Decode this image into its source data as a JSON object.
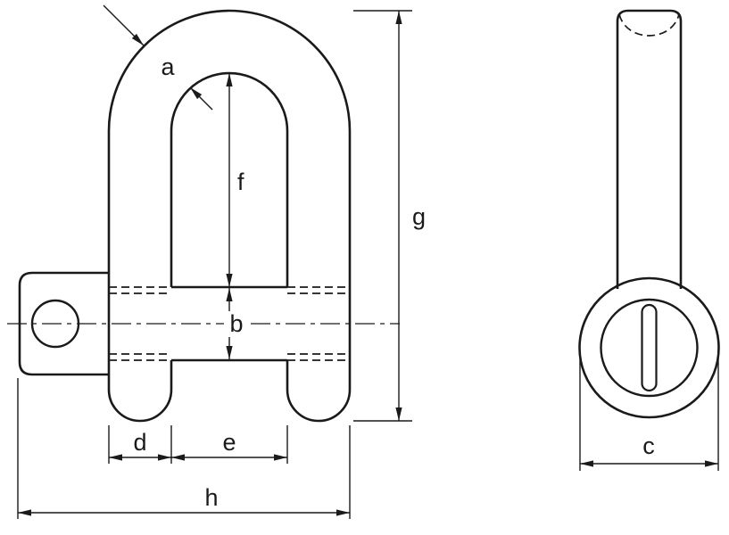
{
  "diagram": {
    "type": "technical-drawing",
    "subject": "dee-shackle-with-screw-pin",
    "colors": {
      "line": "#1a1a1a",
      "background": "#ffffff"
    },
    "labels": {
      "a": "a",
      "b": "b",
      "c": "c",
      "d": "d",
      "e": "e",
      "f": "f",
      "g": "g",
      "h": "h"
    }
  }
}
